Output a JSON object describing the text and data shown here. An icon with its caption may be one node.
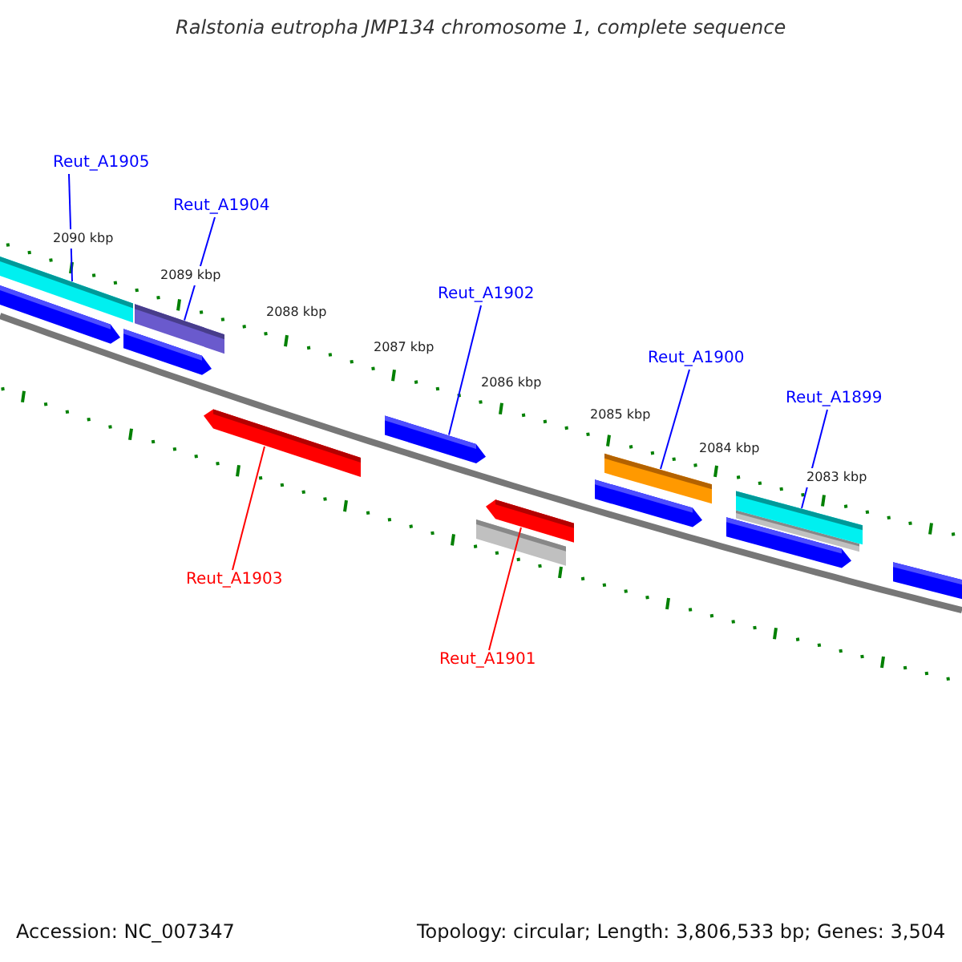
{
  "diagram": {
    "title": "Ralstonia eutropha JMP134 chromosome 1, complete sequence",
    "nodes": [
      {
        "text": [
          "Reut_A1905"
        ]
      },
      {
        "text": [
          "Reut_A1904"
        ]
      },
      {
        "text": [
          "Reut_A1902"
        ]
      },
      {
        "text": [
          "Reut_A1900"
        ]
      },
      {
        "text": [
          "Reut_A1899"
        ]
      },
      {
        "text": [
          "Reut_A1903"
        ]
      },
      {
        "text": [
          "Reut_A1901"
        ]
      },
      {
        "text": [],
        "shape": "bar"
      },
      {
        "text": [],
        "shape": "bar"
      },
      {
        "text": [],
        "shape": "bar"
      },
      {
        "text": [],
        "shape": "bar"
      },
      {
        "text": [],
        "shape": "bar"
      },
      {
        "text": [],
        "shape": "bar"
      },
      {
        "text": [],
        "shape": "bar"
      }
    ],
    "edges": [
      {
        "from": 0,
        "to": 7,
        "arrow": "none"
      },
      {
        "from": 1,
        "to": 8,
        "arrow": "none"
      },
      {
        "from": 2,
        "to": 9,
        "arrow": "none"
      },
      {
        "from": 3,
        "to": 10,
        "arrow": "none"
      },
      {
        "from": 4,
        "to": 11,
        "arrow": "none"
      },
      {
        "from": 5,
        "to": 12,
        "arrow": "none",
        "color": "#ff0000"
      },
      {
        "from": 6,
        "to": 13,
        "arrow": "none",
        "color": "#ff0000"
      }
    ],
    "labels": [
      "2090 kbp",
      "2089 kbp",
      "2088 kbp",
      "2087 kbp",
      "2086 kbp",
      "2085 kbp",
      "2084 kbp",
      "2083 kbp",
      "Accession: NC_007347",
      "Topology: circular; Length: 3,806,533 bp; Genes: 3,504"
    ]
  }
}
